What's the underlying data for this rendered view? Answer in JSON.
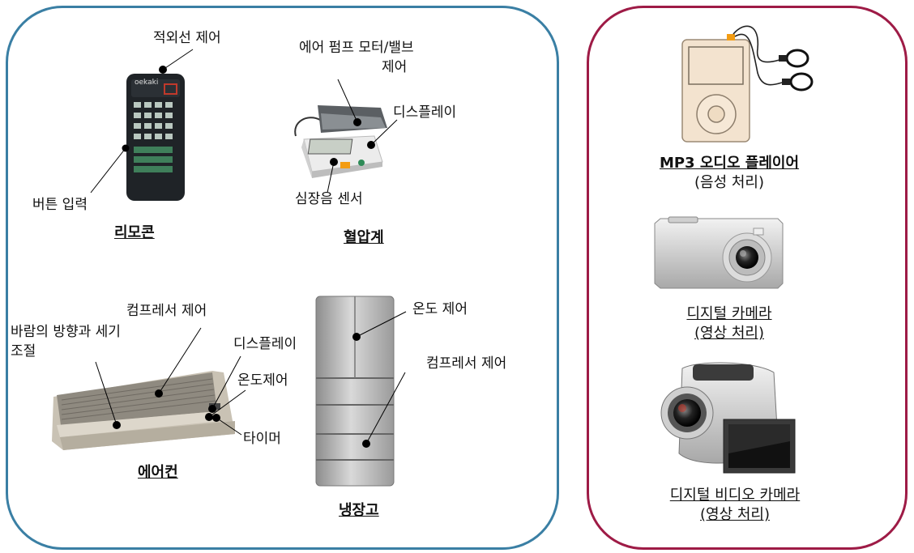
{
  "remote": {
    "title": "리모콘",
    "brand": "oekaki",
    "labels": {
      "ir": "적외선 제어",
      "button": "버튼 입력"
    }
  },
  "bp": {
    "title": "혈압계",
    "labels": {
      "pump_l1": "에어 펌프 모터/밸브",
      "pump_l2": "제어",
      "display": "디스플레이",
      "sensor": "심장음 센서"
    }
  },
  "ac": {
    "title": "에어컨",
    "labels": {
      "compressor": "컴프레서 제어",
      "wind_l1": "바람의 방향과 세기",
      "wind_l2": "조절",
      "display": "디스플레이",
      "temp": "온도제어",
      "timer": "타이머"
    }
  },
  "fridge": {
    "title": "냉장고",
    "labels": {
      "temp": "온도 제어",
      "compressor": "컴프레서 제어"
    }
  },
  "mp3": {
    "title": "MP3 오디오 플레이어",
    "sub": "(음성 처리)"
  },
  "camera": {
    "title": "디지털 카메라",
    "sub": "(영상 처리)"
  },
  "video": {
    "title": "디지털 비디오 카메라",
    "sub": "(영상 처리)"
  },
  "colors": {
    "left_border": "#3a7fa4",
    "right_border": "#9e1b46"
  }
}
